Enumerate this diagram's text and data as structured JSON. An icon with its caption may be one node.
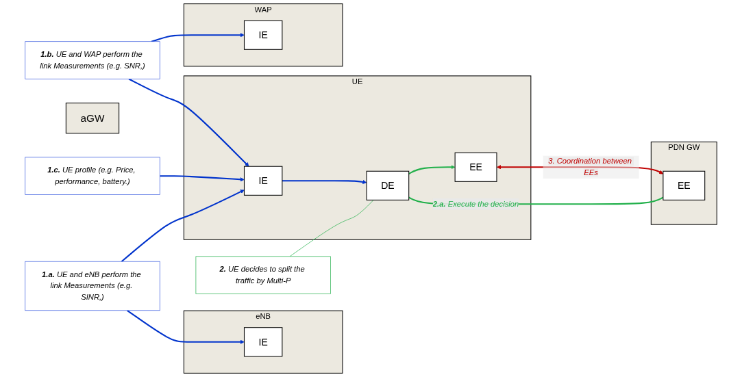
{
  "diagram": {
    "nodes": [
      {
        "text": [
          "**1.a.** UE and eNB perform the link Measurements (e.g. SINR,)"
        ]
      },
      {
        "text": [
          "eNB"
        ]
      },
      {
        "text": [
          "IE"
        ],
        "in": 1
      },
      {
        "text": [
          "aGW"
        ]
      },
      {
        "text": [
          "**2.** UE decides to split the traffic by Multi-P"
        ]
      },
      {
        "text": [
          "**1.c.** UE profile (e.g. Price, performance, battery.)"
        ]
      },
      {
        "text": [
          "UE"
        ]
      },
      {
        "text": [
          "IE"
        ],
        "in": 6
      },
      {
        "text": [
          "DE"
        ],
        "in": 6
      },
      {
        "text": [
          "EE"
        ],
        "in": 6
      },
      {
        "text": [
          "PDN GW"
        ]
      },
      {
        "text": [
          "EE"
        ],
        "in": 10
      },
      {
        "text": [
          "**1.b.** UE and WAP perform the link Measurements (e.g. SNR,)"
        ]
      },
      {
        "text": [
          "WAP"
        ]
      },
      {
        "text": [
          "IE"
        ],
        "in": 13
      }
    ],
    "edges": [
      {
        "from": 0,
        "to": 2,
        "arrow": "to"
      },
      {
        "from": 0,
        "to": 7,
        "arrow": "to"
      },
      {
        "from": 4,
        "to": 8,
        "arrow": "none",
        "color": "#22b04b"
      },
      {
        "from": 5,
        "to": 7,
        "arrow": "to"
      },
      {
        "from": 7,
        "to": 8,
        "arrow": "to"
      },
      {
        "from": 8,
        "to": 9,
        "arrow": "to",
        "color": "#22b04b"
      },
      {
        "from": 8,
        "to": 11,
        "arrow": "none",
        "label": "**2.a.** Execute the decision",
        "color": "#22b04b"
      },
      {
        "from": 9,
        "to": 11,
        "arrow": "both",
        "label": "3. Coordination between EEs",
        "color": "#c00000"
      },
      {
        "from": 12,
        "to": 7,
        "arrow": "to"
      },
      {
        "from": 12,
        "to": 14,
        "arrow": "to"
      }
    ]
  }
}
